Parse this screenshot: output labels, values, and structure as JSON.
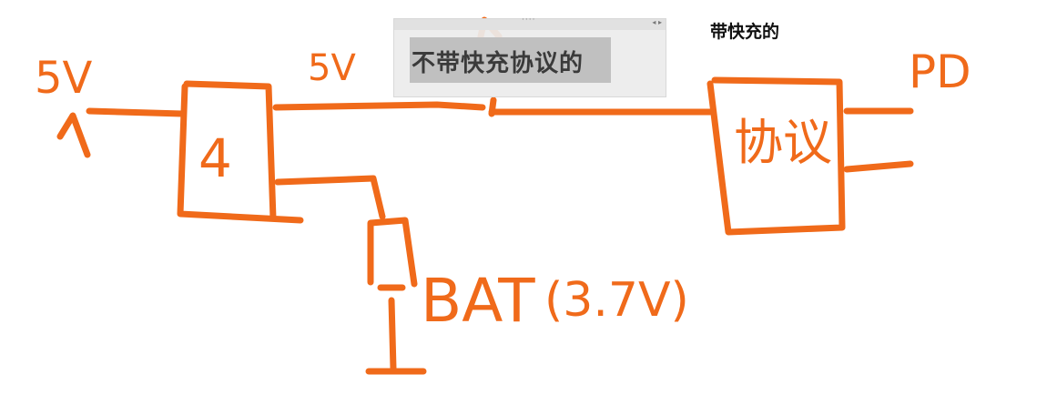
{
  "colors": {
    "ink": "#f06a1a",
    "panel": "#ececec",
    "highlight": "#c0c0c0"
  },
  "labels": {
    "input_voltage": "5V",
    "bus_voltage": "5V",
    "charger_box": "4",
    "protocol_box": "协议",
    "output": "PD",
    "battery": "BAT",
    "battery_voltage": "(3.7V)"
  },
  "panel": {
    "grip": "····",
    "nav_arrows": "◂ ▸",
    "highlighted_text": "不带快充协议的"
  },
  "note": "带快充的"
}
